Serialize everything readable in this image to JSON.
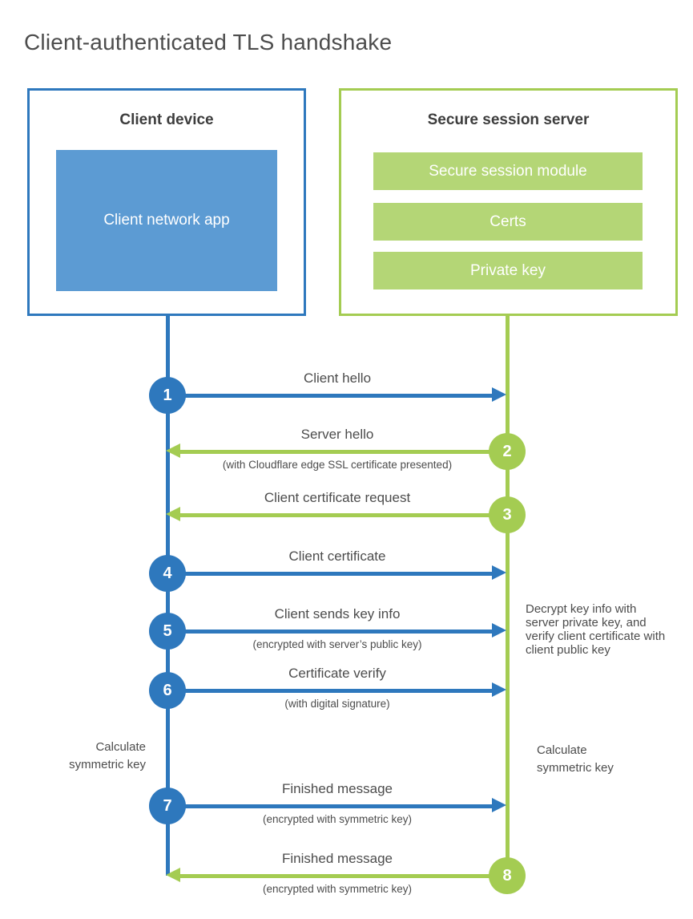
{
  "title": "Client-authenticated TLS handshake",
  "colors": {
    "blue": "#2e78bd",
    "green": "#a4cc52",
    "blue_fill": "#5c9bd3",
    "green_fill": "#b4d676"
  },
  "client": {
    "title": "Client device",
    "app_label": "Client network app"
  },
  "server": {
    "title": "Secure session server",
    "modules": [
      "Secure session module",
      "Certs",
      "Private key"
    ]
  },
  "messages": [
    {
      "num": "1",
      "label": "Client hello",
      "direction": "right",
      "color": "blue"
    },
    {
      "num": "2",
      "label": "Server hello",
      "sublabel": "(with Cloudflare edge SSL certificate presented)",
      "direction": "left",
      "color": "green"
    },
    {
      "num": "3",
      "label": "Client certificate request",
      "direction": "left",
      "color": "green"
    },
    {
      "num": "4",
      "label": "Client certificate",
      "direction": "right",
      "color": "blue"
    },
    {
      "num": "5",
      "label": "Client sends key info",
      "sublabel": "(encrypted with server’s public key)",
      "direction": "right",
      "color": "blue"
    },
    {
      "num": "6",
      "label": "Certificate verify",
      "sublabel": "(with digital signature)",
      "direction": "right",
      "color": "blue"
    },
    {
      "num": "7",
      "label": "Finished message",
      "sublabel": "(encrypted with symmetric key)",
      "direction": "right",
      "color": "blue"
    },
    {
      "num": "8",
      "label": "Finished message",
      "sublabel": "(encrypted with symmetric key)",
      "direction": "left",
      "color": "green"
    }
  ],
  "notes": {
    "decrypt": "Decrypt key info with server private key, and verify client certificate with client public key",
    "calc_left": "Calculate symmetric key",
    "calc_right": "Calculate symmetric key"
  }
}
